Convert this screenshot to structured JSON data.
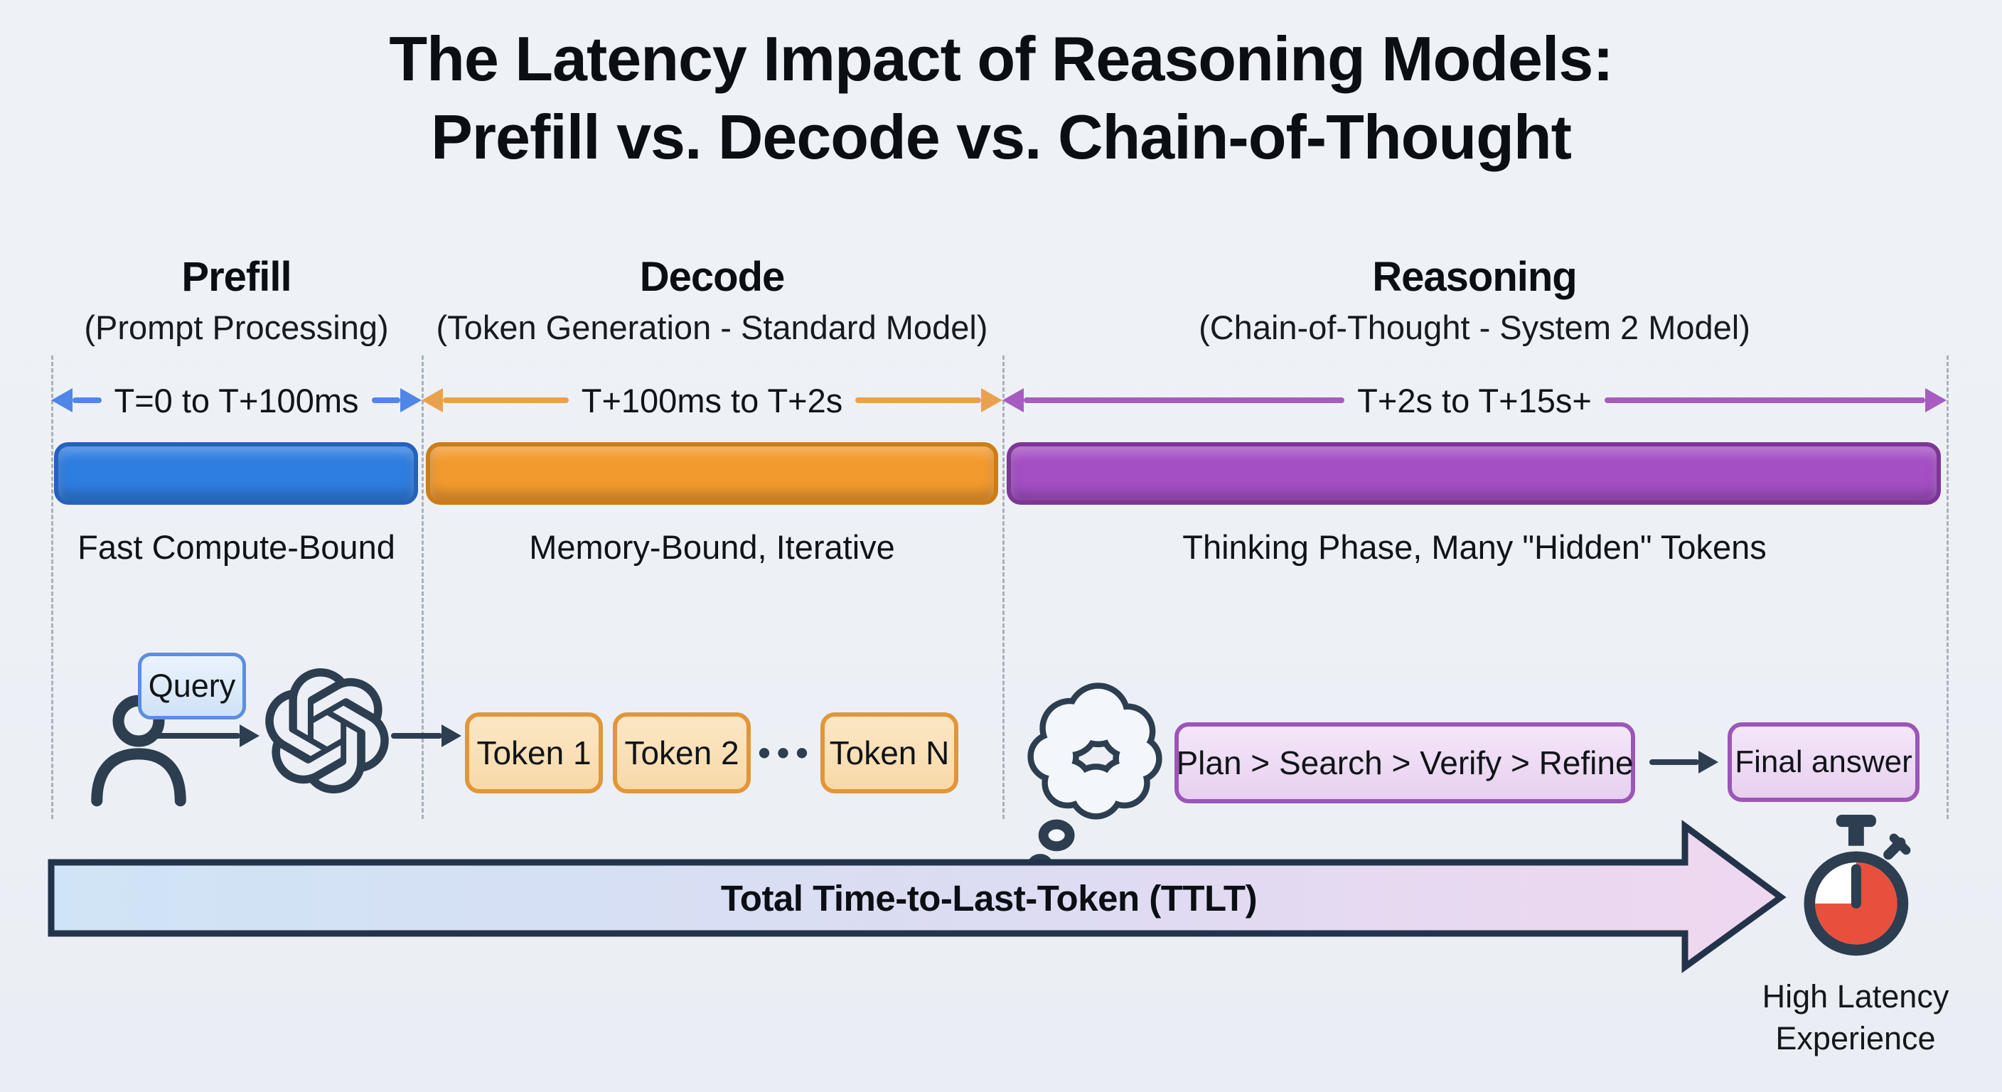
{
  "title": {
    "line1": "The Latency Impact of Reasoning Models:",
    "line2": "Prefill vs. Decode vs. Chain-of-Thought"
  },
  "phases": [
    {
      "name": "Prefill",
      "subtitle": "(Prompt Processing)",
      "time_range": "T=0 to T+100ms",
      "bar_label": "Fast Compute-Bound",
      "bar_color": "#2e7de0",
      "arrow_color": "#4f86e8"
    },
    {
      "name": "Decode",
      "subtitle": "(Token Generation - Standard Model)",
      "time_range": "T+100ms to T+2s",
      "bar_label": "Memory-Bound, Iterative",
      "bar_color": "#f29a2e",
      "arrow_color": "#eaa14e"
    },
    {
      "name": "Reasoning",
      "subtitle": "(Chain-of-Thought - System 2 Model)",
      "time_range": "T+2s to T+15s+",
      "bar_label": "Thinking Phase, Many \"Hidden\" Tokens",
      "bar_color": "#a44fc4",
      "arrow_color": "#a65cc0"
    }
  ],
  "flow": {
    "query_label": "Query",
    "tokens": [
      "Token 1",
      "Token 2",
      "Token N"
    ],
    "ellipsis": "•••",
    "reasoning_chain": "Plan > Search > Verify > Refine",
    "final_answer": "Final answer"
  },
  "ttlt_label": "Total Time-to-Last-Token (TTLT)",
  "outcome": {
    "line1": "High Latency",
    "line2": "Experience"
  },
  "colors": {
    "background": "#edf1f6",
    "ink": "#101418",
    "dark_navy": "#2c3e50",
    "stopwatch_red": "#e94f3d",
    "ttlt_gradient_start": "#cfe4f6",
    "ttlt_gradient_end": "#efd7f0"
  }
}
